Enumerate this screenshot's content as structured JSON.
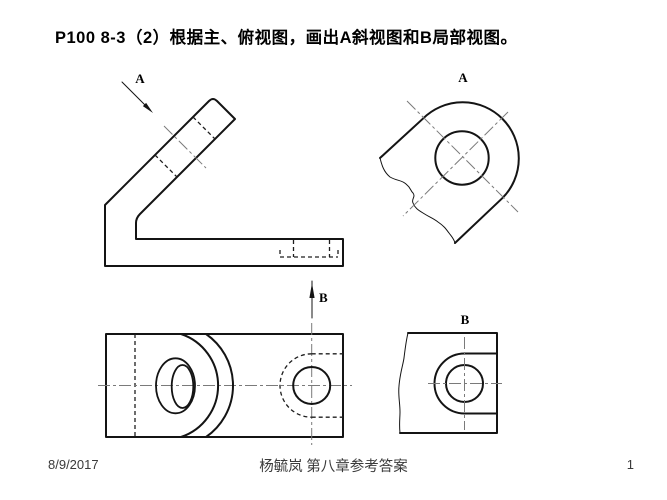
{
  "title": "P100 8-3（2）根据主、俯视图，画出A斜视图和B局部视图。",
  "footer": {
    "date": "8/9/2017",
    "credit": "杨毓岚 第八章参考答案",
    "page_number": "1"
  },
  "drawing_labels": {
    "view_a_arrow": "A",
    "view_a_title": "A",
    "view_b_arrow": "B",
    "view_b_title": "B"
  },
  "colors": {
    "background": "#ffffff",
    "outline": "#141414",
    "hidden-line": "#1e1e1e",
    "centerline": "#7a7a7a",
    "text": "#000000",
    "footer-text": "#3a3a3a"
  }
}
